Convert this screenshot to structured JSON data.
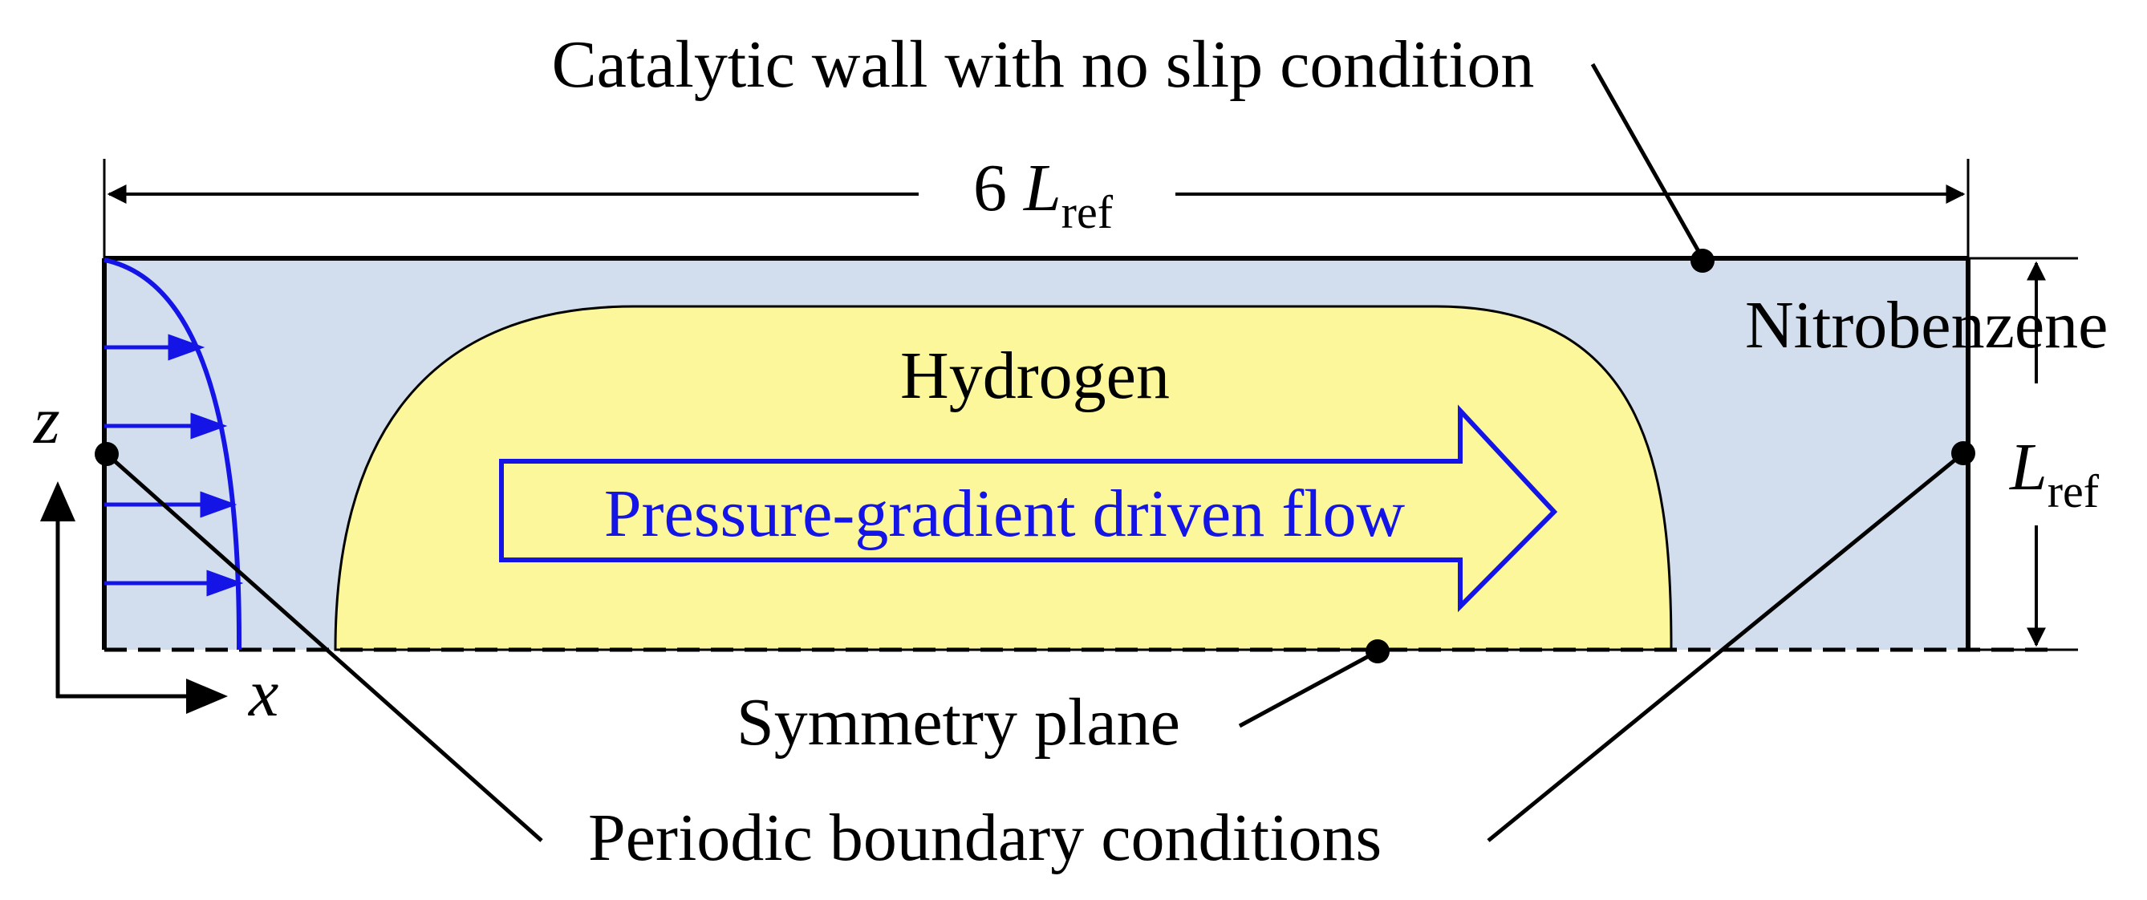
{
  "labels": {
    "catalytic_wall": "Catalytic wall with no slip condition",
    "length_number": "6",
    "length_symbol": "L",
    "length_subscript": "ref",
    "height_symbol": "L",
    "height_subscript": "ref",
    "nitrobenzene": "Nitrobenzene",
    "hydrogen": "Hydrogen",
    "flow": "Pressure-gradient driven flow",
    "symmetry_plane": "Symmetry plane",
    "periodic_bc": "Periodic boundary conditions",
    "axis_z": "z",
    "axis_x": "x"
  },
  "colors": {
    "liquid_fill": "#d2deee",
    "bubble_fill": "#fbf79a",
    "flow_blue": "#1414e6",
    "line_black": "#000000"
  },
  "icons": {
    "flow_arrow": "right-arrow-outline",
    "velocity_profile": "parabolic-profile-arrows"
  }
}
